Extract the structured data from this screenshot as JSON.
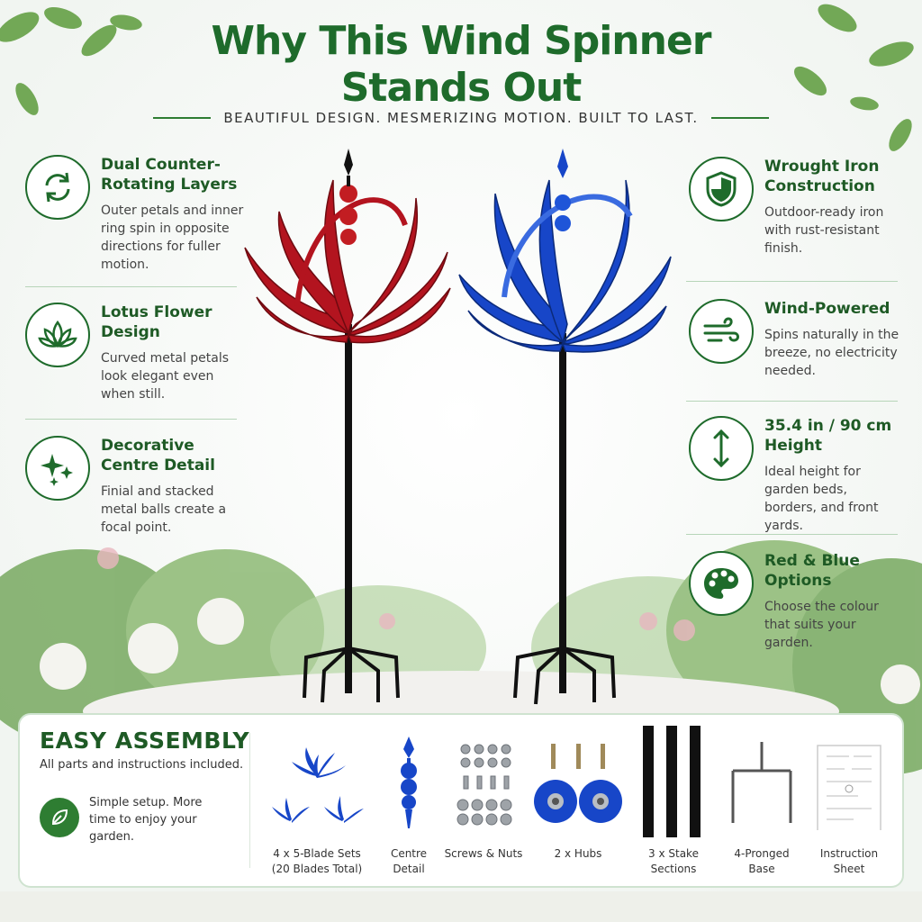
{
  "header": {
    "title_line1": "Why This Wind Spinner",
    "title_line2": "Stands Out",
    "subtitle": "BEAUTIFUL DESIGN. MESMERIZING MOTION. BUILT TO LAST."
  },
  "features_left": [
    {
      "title_line1": "Dual Counter-",
      "title_line2": "Rotating Layers",
      "desc": "Outer petals and inner ring spin in opposite directions for fuller motion.",
      "icon": "rotate-arrows-icon"
    },
    {
      "title_line1": "Lotus Flower",
      "title_line2": "Design",
      "desc": "Curved metal petals look elegant even when still.",
      "icon": "lotus-icon"
    },
    {
      "title_line1": "Decorative",
      "title_line2": "Centre Detail",
      "desc": "Finial and stacked metal balls create a focal point.",
      "icon": "sparkle-icon"
    }
  ],
  "features_right": [
    {
      "title_line1": "Wrought Iron",
      "title_line2": "Construction",
      "desc": "Outdoor-ready iron with rust-resistant finish.",
      "icon": "shield-icon"
    },
    {
      "title_line1": "Wind-Powered",
      "title_line2": "",
      "desc": "Spins naturally in the breeze, no electricity needed.",
      "icon": "wind-icon"
    },
    {
      "title_line1": "35.4 in / 90 cm",
      "title_line2": "Height",
      "desc": "Ideal height for garden beds, borders, and front yards.",
      "icon": "height-arrow-icon"
    },
    {
      "title_line1": "Red & Blue",
      "title_line2": "Options",
      "desc": "Choose the colour that suits your garden.",
      "icon": "palette-icon"
    }
  ],
  "assembly": {
    "title": "EASY ASSEMBLY",
    "subtitle": "All parts and instructions included.",
    "setup_text": "Simple setup. More time to enjoy your garden.",
    "parts": [
      {
        "label_line1": "4 x 5-Blade Sets",
        "label_line2": "(20 Blades Total)"
      },
      {
        "label_line1": "Centre",
        "label_line2": "Detail"
      },
      {
        "label_line1": "Screws & Nuts",
        "label_line2": ""
      },
      {
        "label_line1": "2 x Hubs",
        "label_line2": ""
      },
      {
        "label_line1": "3 x Stake Sections",
        "label_line2": ""
      },
      {
        "label_line1": "4-Pronged",
        "label_line2": "Base"
      },
      {
        "label_line1": "Instruction",
        "label_line2": "Sheet"
      }
    ]
  },
  "colors": {
    "brand_green": "#1e6b2b",
    "red_spinner": "#b3141f",
    "blue_spinner": "#1746c8"
  }
}
